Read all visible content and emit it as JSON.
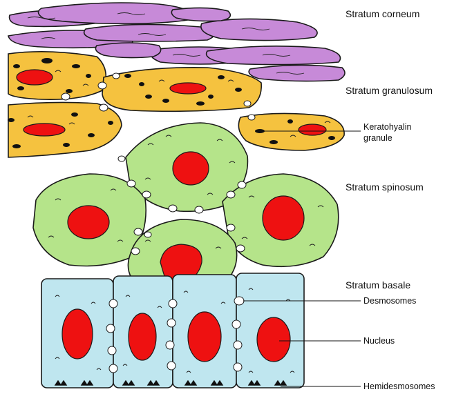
{
  "colors": {
    "corneum": "#c78ad8",
    "granulosum": "#f5c23f",
    "spinosum": "#b5e48a",
    "basale": "#bfe6ef",
    "nucleus": "#ee1111",
    "granule": "#111111"
  },
  "labels": {
    "stratum_corneum": "Stratum corneum",
    "stratum_granulosum": "Stratum granulosum",
    "keratohyalin_line1": "Keratohyalin",
    "keratohyalin_line2": "granule",
    "stratum_spinosum": "Stratum spinosum",
    "stratum_basale": "Stratum basale",
    "desmosomes": "Desmosomes",
    "nucleus": "Nucleus",
    "hemidesmosomes": "Hemidesmosomes"
  }
}
